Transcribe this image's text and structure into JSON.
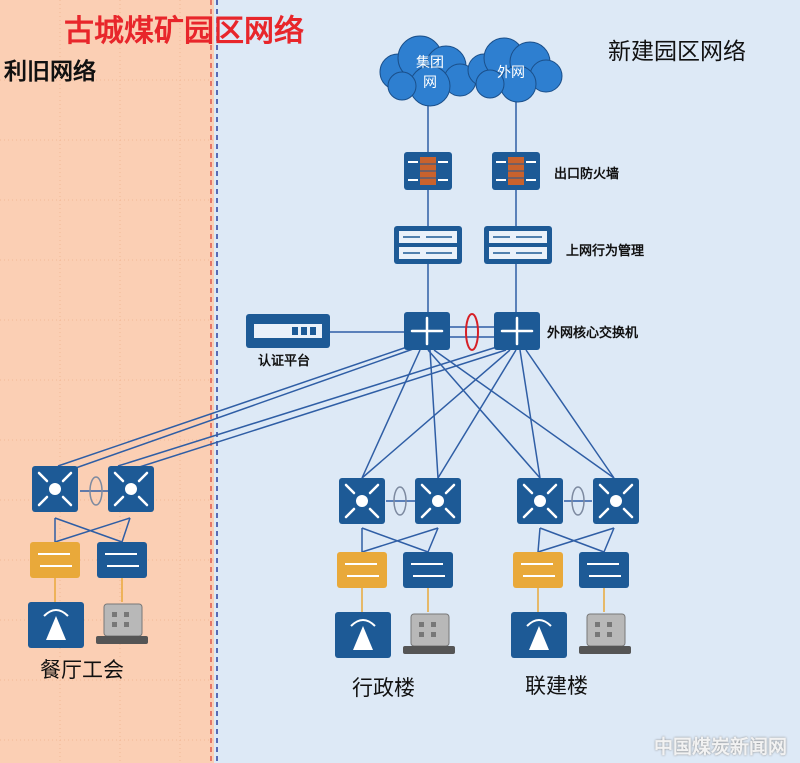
{
  "title": "古城煤矿园区网络",
  "zones": {
    "legacy": "利旧网络",
    "new": "新建园区网络"
  },
  "clouds": {
    "group_net": [
      "集团",
      "网"
    ],
    "internet": "外网"
  },
  "device_labels": {
    "firewall": "出口防火墙",
    "behavior_mgmt": "上网行为管理",
    "core_switch": "外网核心交换机",
    "auth_platform": "认证平台"
  },
  "buildings": {
    "canteen": "餐厅工会",
    "admin": "行政楼",
    "joint": "联建楼"
  },
  "watermark": "中国煤炭新闻网",
  "colors": {
    "legacy_bg": "#fbcfb4",
    "new_bg": "#dde9f6",
    "title": "#e8262b",
    "device": "#1d5a96",
    "access_switch_yellow": "#e9a93a",
    "link": "#2f5ea5",
    "stack_ring": "#d61f26"
  }
}
